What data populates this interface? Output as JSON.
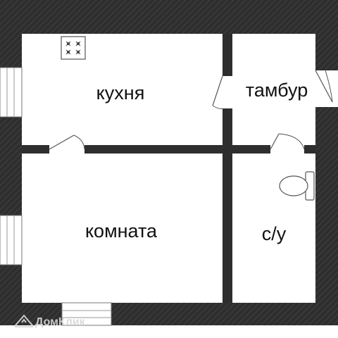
{
  "rooms": {
    "kitchen": "кухня",
    "vestibule": "тамбур",
    "living_room": "комната",
    "bathroom": "с/у"
  },
  "watermark": "ДомКлик",
  "colors": {
    "wall": "#2e2e2e",
    "wall_hatch": "#3d3d3d",
    "floor": "#ffffff",
    "line": "#555555",
    "watermark": "#d9d9d9"
  },
  "icons": {
    "stove": "stove-icon",
    "toilet": "toilet-icon",
    "watermark_logo": "house-logo-icon"
  }
}
